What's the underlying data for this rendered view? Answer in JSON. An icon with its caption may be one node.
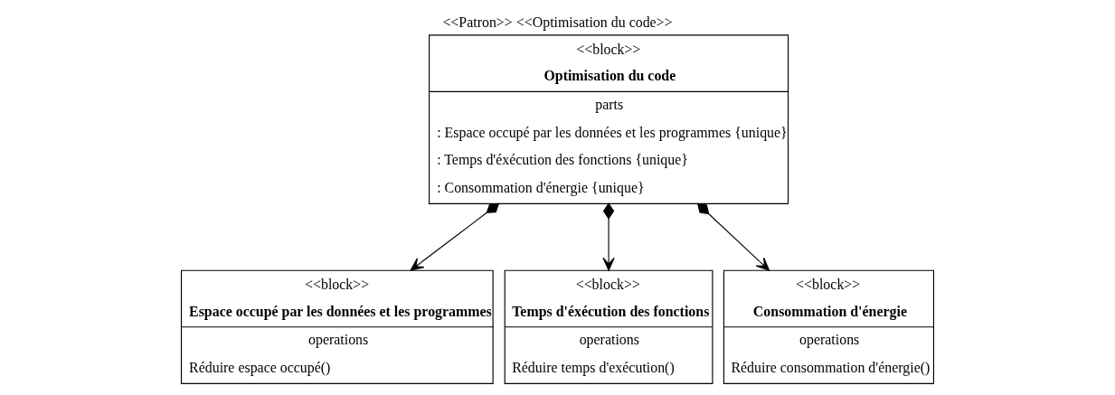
{
  "diagram": {
    "title": "<<Patron>> <<Optimisation du code>>",
    "nodes": [
      {
        "text": [
          "<<block>>",
          "Optimisation du code",
          "parts",
          ": Espace occupé par les données et les programmes {unique}",
          ": Temps d'éxécution des fonctions {unique}",
          ": Consommation d'énergie {unique}"
        ]
      },
      {
        "text": [
          "<<block>>",
          "Espace occupé par les données et les programmes",
          "operations",
          "Réduire espace occupé()"
        ]
      },
      {
        "text": [
          "<<block>>",
          "Temps d'éxécution des fonctions",
          "operations",
          "Réduire temps d'exécution()"
        ]
      },
      {
        "text": [
          "<<block>>",
          "Consommation d'énergie",
          "operations",
          "Réduire consommation d'énergie()"
        ]
      }
    ],
    "edges": [
      {
        "from": 0,
        "to": 1,
        "arrow": "to"
      },
      {
        "from": 0,
        "to": 2,
        "arrow": "to"
      },
      {
        "from": 0,
        "to": 3,
        "arrow": "to"
      }
    ]
  }
}
